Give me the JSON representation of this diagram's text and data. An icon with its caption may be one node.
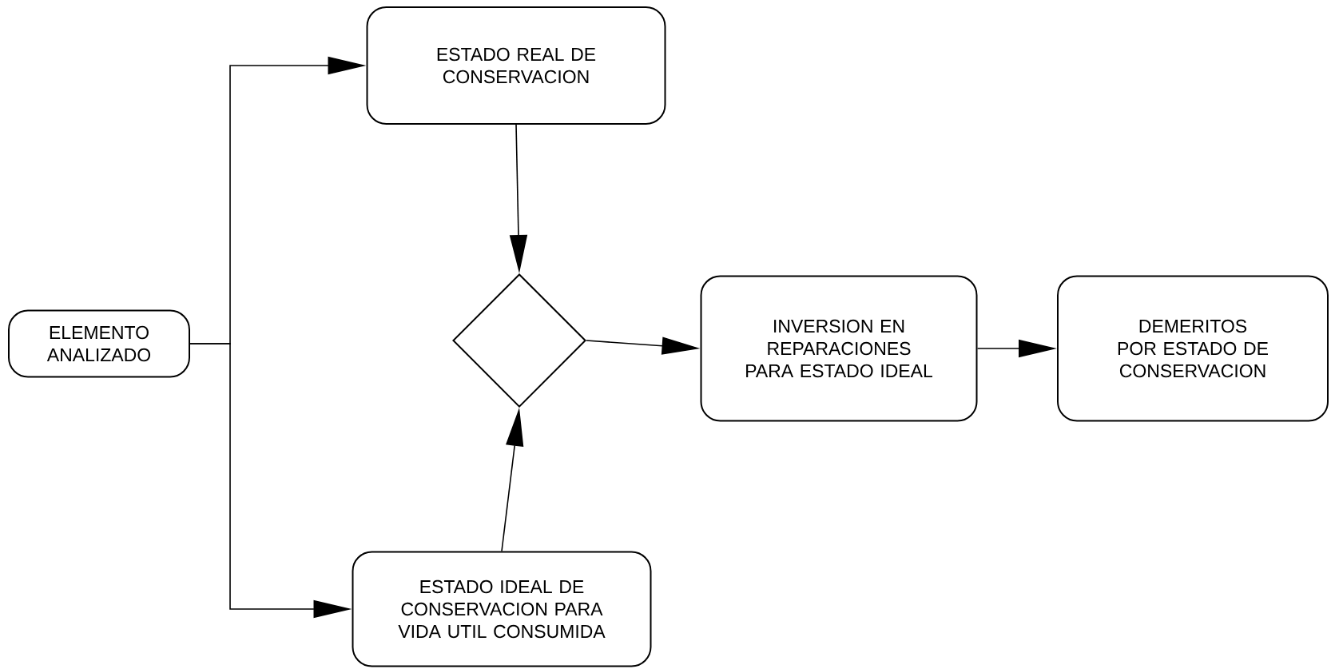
{
  "diagram": {
    "nodes": [
      {
        "text": [
          "ELEMENTO ANALIZADO"
        ]
      },
      {
        "text": [
          "ESTADO REAL DE CONSERVACION"
        ]
      },
      {
        "text": [],
        "shape": "diamond"
      },
      {
        "text": [
          "INVERSION EN REPARACIONES PARA ESTADO IDEAL"
        ]
      },
      {
        "text": [
          "DEMERITOS POR ESTADO DE CONSERVACION"
        ]
      },
      {
        "text": [
          "ESTADO IDEAL DE CONSERVACION PARA VIDA UTIL CONSUMIDA"
        ]
      }
    ],
    "edges": [
      {
        "from": 0,
        "to": 1,
        "arrow": "to"
      },
      {
        "from": 0,
        "to": 5,
        "arrow": "to"
      },
      {
        "from": 1,
        "to": 2,
        "arrow": "to"
      },
      {
        "from": 5,
        "to": 2,
        "arrow": "to"
      },
      {
        "from": 2,
        "to": 3,
        "arrow": "to"
      },
      {
        "from": 3,
        "to": 4,
        "arrow": "to"
      }
    ]
  }
}
